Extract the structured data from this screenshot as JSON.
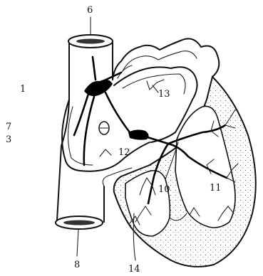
{
  "labels": {
    "n1": "1",
    "n3": "3",
    "n6": "6",
    "n7": "7",
    "n8": "8",
    "n10": "10",
    "n11": "11",
    "n12": "12",
    "n13": "13",
    "n14": "14"
  },
  "colors": {
    "ink": "#111111",
    "stipple": "#555555",
    "background": "#ffffff"
  }
}
